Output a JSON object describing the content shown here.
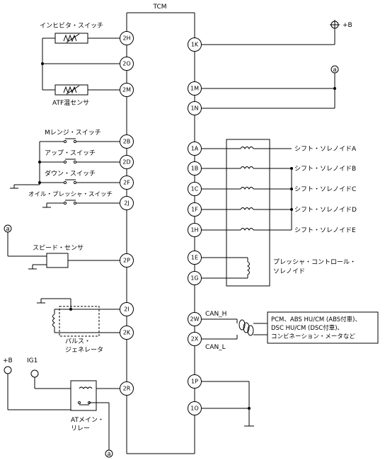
{
  "tcm_label": "TCM",
  "pins_left": [
    {
      "id": "2H"
    },
    {
      "id": "2O"
    },
    {
      "id": "2M"
    },
    {
      "id": "2B"
    },
    {
      "id": "2D"
    },
    {
      "id": "2F"
    },
    {
      "id": "2J"
    },
    {
      "id": "2P"
    },
    {
      "id": "2I"
    },
    {
      "id": "2K"
    },
    {
      "id": "2R"
    }
  ],
  "pins_right": [
    {
      "id": "1K"
    },
    {
      "id": "1M"
    },
    {
      "id": "1N"
    },
    {
      "id": "1A"
    },
    {
      "id": "1B"
    },
    {
      "id": "1C"
    },
    {
      "id": "1F"
    },
    {
      "id": "1H"
    },
    {
      "id": "1E"
    },
    {
      "id": "1G"
    },
    {
      "id": "2W"
    },
    {
      "id": "2X"
    },
    {
      "id": "1P"
    },
    {
      "id": "1O"
    }
  ],
  "labels": {
    "inhibitor_switch": "インヒビタ・スイッチ",
    "atf_temp_sensor": "ATF温センサ",
    "m_range_switch": "Mレンジ・スイッチ",
    "up_switch": "アップ・スイッチ",
    "down_switch": "ダウン・スイッチ",
    "oil_pressure_switch": "オイル・プレッシャ・スイッチ",
    "speed_sensor": "スピード・センサ",
    "pulse_gen_1": "パルス・",
    "pulse_gen_2": "ジェネレータ",
    "plus_b_left": "+B",
    "ig1": "IG1",
    "at_main_relay_1": "ATメイン・",
    "at_main_relay_2": "リレー",
    "plus_b_right": "+B",
    "ref_a": "a",
    "shift_solenoid_a": "シフト・ソレノイドA",
    "shift_solenoid_b": "シフト・ソレノイドB",
    "shift_solenoid_c": "シフト・ソレノイドC",
    "shift_solenoid_d": "シフト・ソレノイドD",
    "shift_solenoid_e": "シフト・ソレノイドE",
    "pressure_control_1": "プレッシャ・コントロール・",
    "pressure_control_2": "ソレノイド",
    "can_h": "CAN_H",
    "can_l": "CAN_L",
    "can_dest_1": "PCM、ABS HU/CM (ABS付車)、",
    "can_dest_2": "DSC HU/CM (DSC付車)、",
    "can_dest_3": "コンビネーション・メータなど"
  }
}
